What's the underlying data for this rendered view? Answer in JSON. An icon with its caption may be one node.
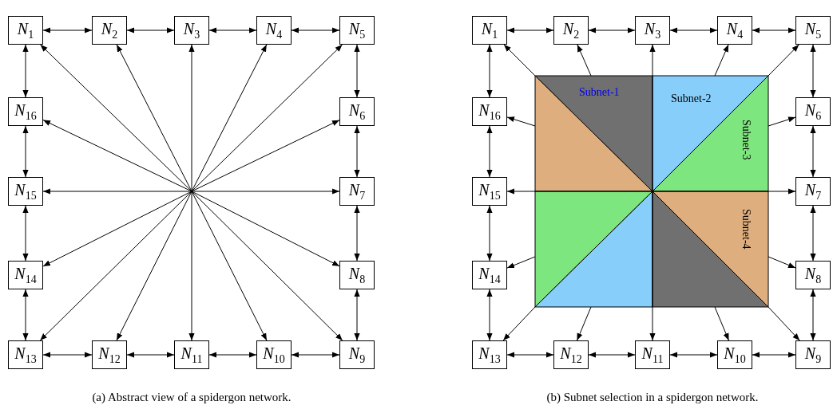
{
  "diagram": {
    "nodes": [
      {
        "text": [
          "N$_{1}$"
        ]
      },
      {
        "text": [
          "N$_{2}$"
        ]
      },
      {
        "text": [
          "N$_{3}$"
        ]
      },
      {
        "text": [
          "N$_{4}$"
        ]
      },
      {
        "text": [
          "N$_{5}$"
        ]
      },
      {
        "text": [
          "N$_{6}$"
        ]
      },
      {
        "text": [
          "N$_{7}$"
        ]
      },
      {
        "text": [
          "N$_{8}$"
        ]
      },
      {
        "text": [
          "N$_{9}$"
        ]
      },
      {
        "text": [
          "N$_{10}$"
        ]
      },
      {
        "text": [
          "N$_{11}$"
        ]
      },
      {
        "text": [
          "N$_{12}$"
        ]
      },
      {
        "text": [
          "N$_{13}$"
        ]
      },
      {
        "text": [
          "N$_{14}$"
        ]
      },
      {
        "text": [
          "N$_{15}$"
        ]
      },
      {
        "text": [
          "N$_{16}$"
        ]
      },
      {
        "text": [
          "N$_{1}$"
        ]
      },
      {
        "text": [
          "N$_{2}$"
        ]
      },
      {
        "text": [
          "N$_{3}$"
        ]
      },
      {
        "text": [
          "N$_{4}$"
        ]
      },
      {
        "text": [
          "N$_{5}$"
        ]
      },
      {
        "text": [
          "N$_{6}$"
        ]
      },
      {
        "text": [
          "N$_{7}$"
        ]
      },
      {
        "text": [
          "N$_{8}$"
        ]
      },
      {
        "text": [
          "N$_{9}$"
        ]
      },
      {
        "text": [
          "N$_{10}$"
        ]
      },
      {
        "text": [
          "N$_{11}$"
        ]
      },
      {
        "text": [
          "N$_{12}$"
        ]
      },
      {
        "text": [
          "N$_{13}$"
        ]
      },
      {
        "text": [
          "N$_{14}$"
        ]
      },
      {
        "text": [
          "N$_{15}$"
        ]
      },
      {
        "text": [
          "N$_{16}$"
        ]
      },
      {
        "text": [
          "Subnet-1"
        ]
      },
      {
        "text": [],
        "shape": "triangle"
      },
      {
        "text": [
          "Subnet-2"
        ]
      },
      {
        "text": [
          "Subnet-3"
        ]
      },
      {
        "text": [],
        "shape": "triangle"
      },
      {
        "text": [],
        "shape": "triangle"
      },
      {
        "text": [
          "Subnet-4"
        ]
      },
      {
        "text": [],
        "shape": "triangle"
      }
    ],
    "edges": [
      {
        "from": 0,
        "to": 1,
        "arrow": "both"
      },
      {
        "from": 1,
        "to": 2,
        "arrow": "both"
      },
      {
        "from": 2,
        "to": 3,
        "arrow": "both"
      },
      {
        "from": 3,
        "to": 4,
        "arrow": "both"
      },
      {
        "from": 4,
        "to": 5,
        "arrow": "both"
      },
      {
        "from": 5,
        "to": 6,
        "arrow": "both"
      },
      {
        "from": 6,
        "to": 7,
        "arrow": "both"
      },
      {
        "from": 7,
        "to": 8,
        "arrow": "both"
      },
      {
        "from": 8,
        "to": 9,
        "arrow": "both"
      },
      {
        "from": 9,
        "to": 10,
        "arrow": "both"
      },
      {
        "from": 10,
        "to": 11,
        "arrow": "both"
      },
      {
        "from": 11,
        "to": 12,
        "arrow": "both"
      },
      {
        "from": 12,
        "to": 13,
        "arrow": "both"
      },
      {
        "from": 13,
        "to": 14,
        "arrow": "both"
      },
      {
        "from": 14,
        "to": 15,
        "arrow": "both"
      },
      {
        "from": 15,
        "to": 0,
        "arrow": "both"
      },
      {
        "from": null,
        "to": 0,
        "arrow": "to"
      },
      {
        "from": null,
        "to": 1,
        "arrow": "to"
      },
      {
        "from": null,
        "to": 2,
        "arrow": "to"
      },
      {
        "from": null,
        "to": 3,
        "arrow": "to"
      },
      {
        "from": null,
        "to": 4,
        "arrow": "to"
      },
      {
        "from": null,
        "to": 5,
        "arrow": "to"
      },
      {
        "from": null,
        "to": 6,
        "arrow": "to"
      },
      {
        "from": null,
        "to": 7,
        "arrow": "to"
      },
      {
        "from": null,
        "to": 8,
        "arrow": "to"
      },
      {
        "from": null,
        "to": 9,
        "arrow": "to"
      },
      {
        "from": null,
        "to": 10,
        "arrow": "to"
      },
      {
        "from": null,
        "to": 11,
        "arrow": "to"
      },
      {
        "from": null,
        "to": 12,
        "arrow": "to"
      },
      {
        "from": null,
        "to": 13,
        "arrow": "to"
      },
      {
        "from": null,
        "to": 14,
        "arrow": "to"
      },
      {
        "from": null,
        "to": 15,
        "arrow": "to"
      },
      {
        "from": 16,
        "to": 17,
        "arrow": "both"
      },
      {
        "from": 17,
        "to": 18,
        "arrow": "both"
      },
      {
        "from": 18,
        "to": 19,
        "arrow": "both"
      },
      {
        "from": 19,
        "to": 20,
        "arrow": "both"
      },
      {
        "from": 20,
        "to": 21,
        "arrow": "both"
      },
      {
        "from": 21,
        "to": 22,
        "arrow": "both"
      },
      {
        "from": 22,
        "to": 23,
        "arrow": "both"
      },
      {
        "from": 23,
        "to": 24,
        "arrow": "both"
      },
      {
        "from": 24,
        "to": 25,
        "arrow": "both"
      },
      {
        "from": 25,
        "to": 26,
        "arrow": "both"
      },
      {
        "from": 26,
        "to": 27,
        "arrow": "both"
      },
      {
        "from": 27,
        "to": 28,
        "arrow": "both"
      },
      {
        "from": 28,
        "to": 29,
        "arrow": "both"
      },
      {
        "from": 29,
        "to": 30,
        "arrow": "both"
      },
      {
        "from": 30,
        "to": 31,
        "arrow": "both"
      },
      {
        "from": 31,
        "to": 16,
        "arrow": "both"
      },
      {
        "from": 32,
        "to": 16,
        "arrow": "to"
      },
      {
        "from": 32,
        "to": 17,
        "arrow": "to"
      },
      {
        "from": 34,
        "to": 18,
        "arrow": "to"
      },
      {
        "from": 34,
        "to": 19,
        "arrow": "to"
      },
      {
        "from": 34,
        "to": 20,
        "arrow": "to"
      },
      {
        "from": 35,
        "to": 21,
        "arrow": "to"
      },
      {
        "from": 34,
        "to": 22,
        "arrow": "to"
      },
      {
        "from": 38,
        "to": 23,
        "arrow": "to"
      },
      {
        "from": 38,
        "to": 24,
        "arrow": "to"
      },
      {
        "from": 39,
        "to": 25,
        "arrow": "to"
      },
      {
        "from": 34,
        "to": 26,
        "arrow": "to"
      },
      {
        "from": 37,
        "to": 27,
        "arrow": "to"
      },
      {
        "from": 36,
        "to": 28,
        "arrow": "to"
      },
      {
        "from": 36,
        "to": 29,
        "arrow": "to"
      },
      {
        "from": 34,
        "to": 30,
        "arrow": "to"
      },
      {
        "from": 33,
        "to": 31,
        "arrow": "to"
      }
    ],
    "labels": [
      "(a) Abstract view of a spidergon network.",
      "(b) Subnet selection in a spidergon network."
    ]
  }
}
